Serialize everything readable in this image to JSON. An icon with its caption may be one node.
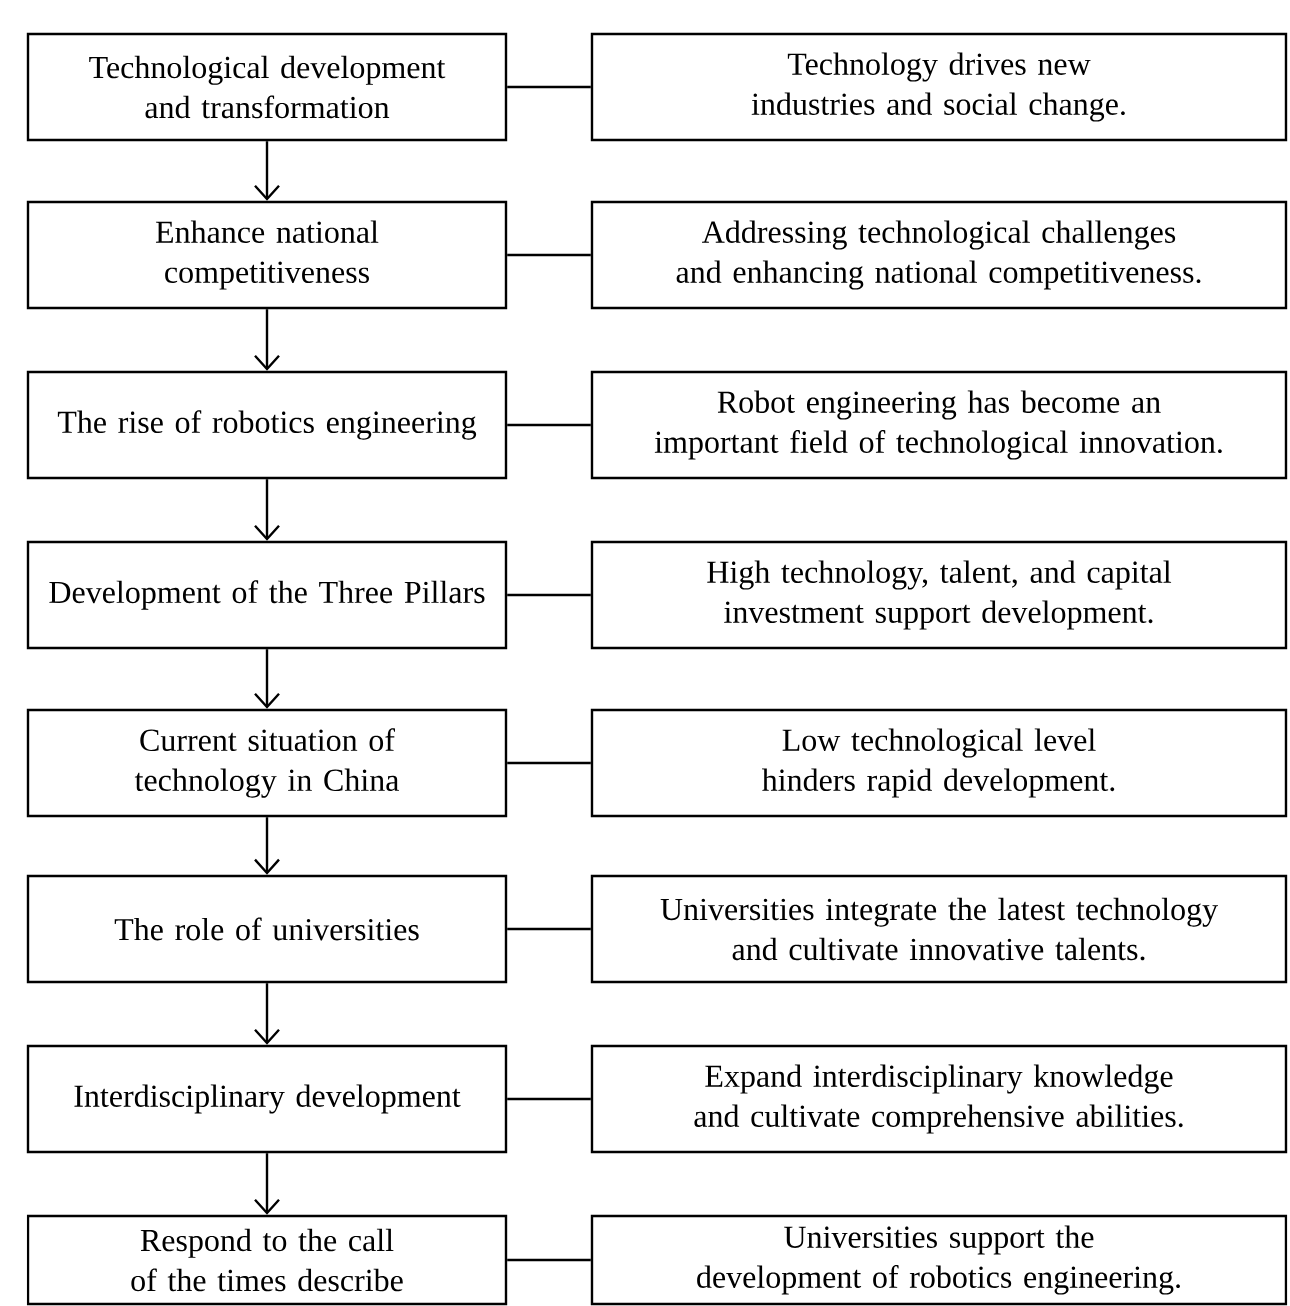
{
  "diagram": {
    "nodes": [
      {
        "text": [
          "Technological development and transformation"
        ]
      },
      {
        "text": [
          "Technology drives new industries and social change."
        ]
      },
      {
        "text": [
          "Enhance national competitiveness"
        ]
      },
      {
        "text": [
          "Addressing technological challenges and enhancing national competitiveness."
        ]
      },
      {
        "text": [
          "The rise of robotics engineering"
        ]
      },
      {
        "text": [
          "Robot engineering has become an important field of technological innovation."
        ]
      },
      {
        "text": [
          "Development of the Three Pillars"
        ]
      },
      {
        "text": [
          "High technology, talent, and capital investment support development."
        ]
      },
      {
        "text": [
          "Current situation of technology in China"
        ]
      },
      {
        "text": [
          "Low technological level hinders rapid development."
        ]
      },
      {
        "text": [
          "The role of universities"
        ]
      },
      {
        "text": [
          "Universities integrate the latest technology and cultivate innovative talents."
        ]
      },
      {
        "text": [
          "Interdisciplinary development"
        ]
      },
      {
        "text": [
          "Expand interdisciplinary knowledge and cultivate comprehensive abilities."
        ]
      },
      {
        "text": [
          "Respond to the call of the times  describe"
        ]
      },
      {
        "text": [
          "Universities support the development of robotics engineering."
        ]
      }
    ],
    "edges": [
      {
        "from": 0,
        "to": 1,
        "arrow": "none"
      },
      {
        "from": 0,
        "to": 2,
        "arrow": "to"
      },
      {
        "from": 2,
        "to": 3,
        "arrow": "none"
      },
      {
        "from": 2,
        "to": 4,
        "arrow": "to"
      },
      {
        "from": 4,
        "to": 5,
        "arrow": "none"
      },
      {
        "from": 4,
        "to": 6,
        "arrow": "to"
      },
      {
        "from": 6,
        "to": 7,
        "arrow": "none"
      },
      {
        "from": 6,
        "to": 8,
        "arrow": "to"
      },
      {
        "from": 8,
        "to": 9,
        "arrow": "none"
      },
      {
        "from": 8,
        "to": 10,
        "arrow": "to"
      },
      {
        "from": 10,
        "to": 11,
        "arrow": "none"
      },
      {
        "from": 10,
        "to": 12,
        "arrow": "to"
      },
      {
        "from": 12,
        "to": 13,
        "arrow": "none"
      },
      {
        "from": 12,
        "to": 14,
        "arrow": "to"
      },
      {
        "from": 14,
        "to": 15,
        "arrow": "none"
      }
    ]
  }
}
